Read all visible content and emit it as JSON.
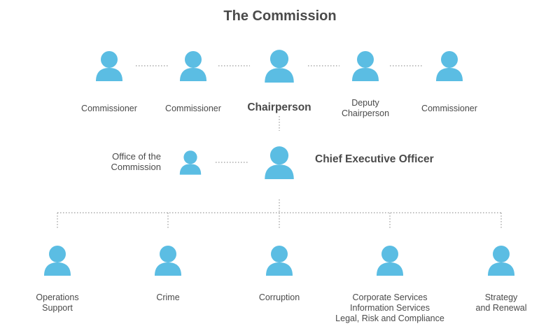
{
  "title": "The Commission",
  "colors": {
    "person": "#5bbde3",
    "connector": "#9a9a9a",
    "text": "#4a4a4a"
  },
  "icon": "person-icon",
  "commission": {
    "commissioner_1": "Commissioner",
    "commissioner_2": "Commissioner",
    "chairperson": "Chairperson",
    "deputy_line1": "Deputy",
    "deputy_line2": "Chairperson",
    "commissioner_3": "Commissioner"
  },
  "office": {
    "line1": "Office of the",
    "line2": "Commission"
  },
  "ceo": "Chief Executive Officer",
  "divisions": {
    "operations_line1": "Operations",
    "operations_line2": "Support",
    "crime": "Crime",
    "corruption": "Corruption",
    "corporate_line1": "Corporate Services",
    "corporate_line2": "Information Services",
    "corporate_line3": "Legal, Risk and Compliance",
    "strategy_line1": "Strategy",
    "strategy_line2": "and Renewal"
  }
}
